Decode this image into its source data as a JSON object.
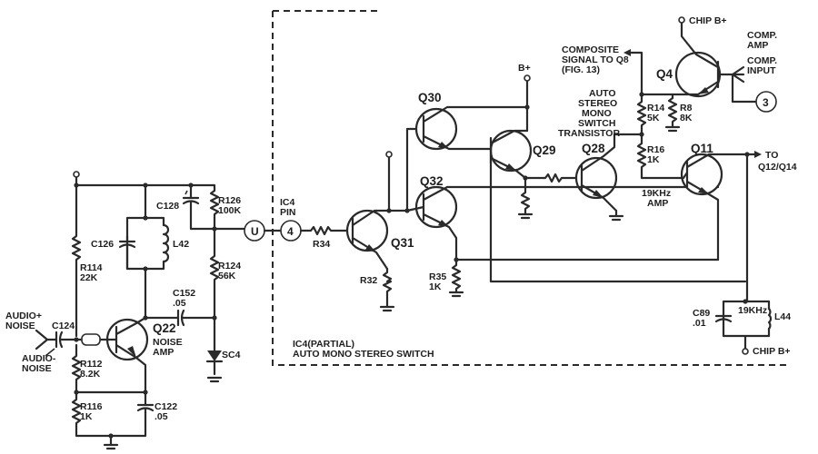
{
  "labels": {
    "audio_noise_in": [
      "AUDIO+",
      "NOISE"
    ],
    "audio_noise_2": [
      "AUDIO-",
      "NOISE"
    ],
    "c124": "C124",
    "r114": [
      "R114",
      "22K"
    ],
    "r112": [
      "R112",
      "8.2K"
    ],
    "r116": [
      "R116",
      "1K"
    ],
    "c122": [
      "C122",
      ".05"
    ],
    "c126": "C126",
    "l42": "L42",
    "c128": "C128",
    "r126": [
      "R126",
      "100K"
    ],
    "r124": [
      "R124",
      "56K"
    ],
    "c152": [
      "C152",
      ".05"
    ],
    "sc4": "SC4",
    "q22": [
      "Q22",
      "NOISE",
      "AMP"
    ],
    "node_u": "U",
    "node_4": "4",
    "node_3": "3",
    "ic4_pin": [
      "IC4",
      "PIN"
    ],
    "r34": "R34",
    "q31": "Q31",
    "r32": "R32",
    "q30": "Q30",
    "q29": "Q29",
    "q32": "Q32",
    "r35": [
      "R35",
      "1K"
    ],
    "q28": "Q28",
    "b_plus": "B+",
    "auto_switch": [
      "AUTO",
      "STEREO",
      "MONO",
      "SWITCH",
      "TRANSISTOR"
    ],
    "composite": [
      "COMPOSITE",
      "SIGNAL TO Q8",
      "(FIG. 13)"
    ],
    "r14": [
      "R14",
      "5K"
    ],
    "r16": [
      "R16",
      "1K"
    ],
    "r8": [
      "R8",
      "8K"
    ],
    "q4": "Q4",
    "chip_b_top": "CHIP B+",
    "comp_amp": [
      "COMP.",
      "AMP"
    ],
    "comp_input": [
      "COMP.",
      "INPUT"
    ],
    "q11": "Q11",
    "amp_19k": [
      "19KHz",
      "AMP"
    ],
    "to_q12": [
      "TO",
      "Q12/Q14"
    ],
    "c89": [
      "C89",
      ".01"
    ],
    "khz19": "19KHz",
    "l44": "L44",
    "chip_b_bottom": "CHIP B+",
    "ic4_partial": [
      "IC4(PARTIAL)",
      "AUTO MONO STEREO SWITCH"
    ]
  }
}
